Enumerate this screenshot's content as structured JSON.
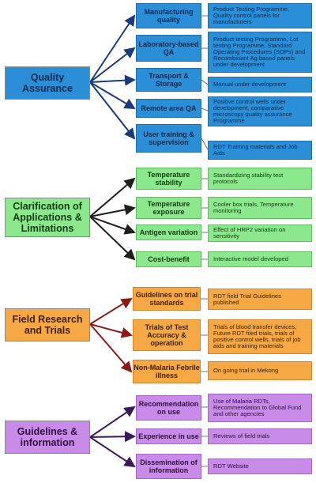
{
  "categories": [
    {
      "key": "qa",
      "title": "Quality Assurance",
      "color": "#1a3a7a",
      "items": [
        {
          "label": "Manufacturing quality",
          "detail": "Product Testing Programme, Quality control panels for manufacturers"
        },
        {
          "label": "Laboratory-based QA",
          "detail": "Product testing Programme, Lot testing Programme, Standard Operating Procedures (SOPs) and Recombinant Ag based panels under development"
        },
        {
          "label": "Transport & Storage",
          "detail": "Manual under development"
        },
        {
          "label": "Remote area QA",
          "detail": "Positive control wells under development, comparative microscopy quality assurance Programme"
        },
        {
          "label": "User training & supervision",
          "detail": "RDT Training materials and Job Aids"
        }
      ]
    },
    {
      "key": "clar",
      "title": "Clarification of Applications & Limitations",
      "color": "#1e1e1e",
      "items": [
        {
          "label": "Temperature stability",
          "detail": "Standardizing stability test protocols"
        },
        {
          "label": "Temperature exposure",
          "detail": "Cooler box trials, Temperature monitoring"
        },
        {
          "label": "Antigen variation",
          "detail": "Effect of HRP2 variation on sensitivity"
        },
        {
          "label": "Cost-benefit",
          "detail": "Interactive model developed"
        }
      ]
    },
    {
      "key": "field",
      "title": "Field Research and Trials",
      "color": "#8a1a1a",
      "items": [
        {
          "label": "Guidelines on trial standards",
          "detail": "RDT field Trial Guidelines published"
        },
        {
          "label": "Trials of Test Accuracy & operation",
          "detail": "Trials of blood transfer devices, Future RDT filed trials, trials of positive control wells, trials of job aids and training materials"
        },
        {
          "label": "Non-Malaria Febrile illness",
          "detail": "On going trial in Mekong"
        }
      ]
    },
    {
      "key": "guide",
      "title": "Guidelines & information",
      "color": "#3a1a5a",
      "items": [
        {
          "label": "Recommendation on use",
          "detail": "Use of Malaria RDTs, Recommendation to Global Fund and other agencies"
        },
        {
          "label": "Experience in use",
          "detail": "Reviews of field trials"
        },
        {
          "label": "Dissemination of information",
          "detail": "RDT Website"
        }
      ]
    }
  ]
}
